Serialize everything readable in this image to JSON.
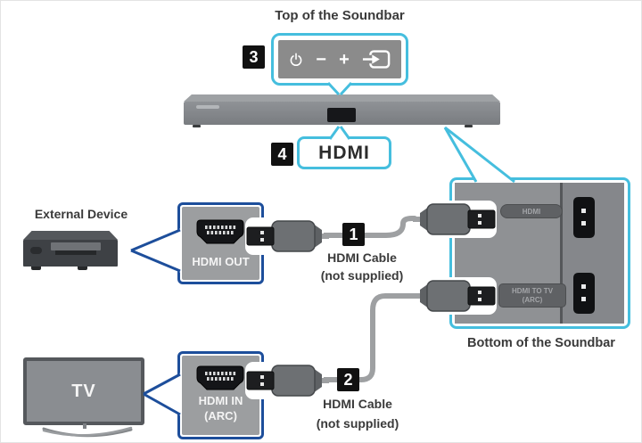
{
  "top_callout": {
    "step": "3",
    "title": "Top of the Soundbar",
    "volume_down": "−",
    "volume_up": "+"
  },
  "display_callout": {
    "step": "4",
    "label": "HDMI"
  },
  "external_device": {
    "label": "External Device",
    "port_label": "HDMI OUT"
  },
  "tv": {
    "label": "TV",
    "port_label_line1": "HDMI IN",
    "port_label_line2": "(ARC)"
  },
  "cable1": {
    "step": "1",
    "label_line1": "HDMI Cable",
    "label_line2": "(not supplied)"
  },
  "cable2": {
    "step": "2",
    "label_line1": "HDMI Cable",
    "label_line2": "(not supplied)"
  },
  "bottom_panel": {
    "label": "Bottom of the Soundbar",
    "port1_label": "HDMI",
    "port2_label_line1": "HDMI TO TV",
    "port2_label_line2": "(ARC)"
  },
  "colors": {
    "callout_cyan": "#45bede",
    "callout_blue": "#1d4e9b",
    "panel_gray": "#9c9ea0",
    "soundbar_gray": "#878a8e",
    "device_dark": "#3e4145",
    "badge_black": "#111111",
    "cable_gray": "#9ea0a2"
  }
}
